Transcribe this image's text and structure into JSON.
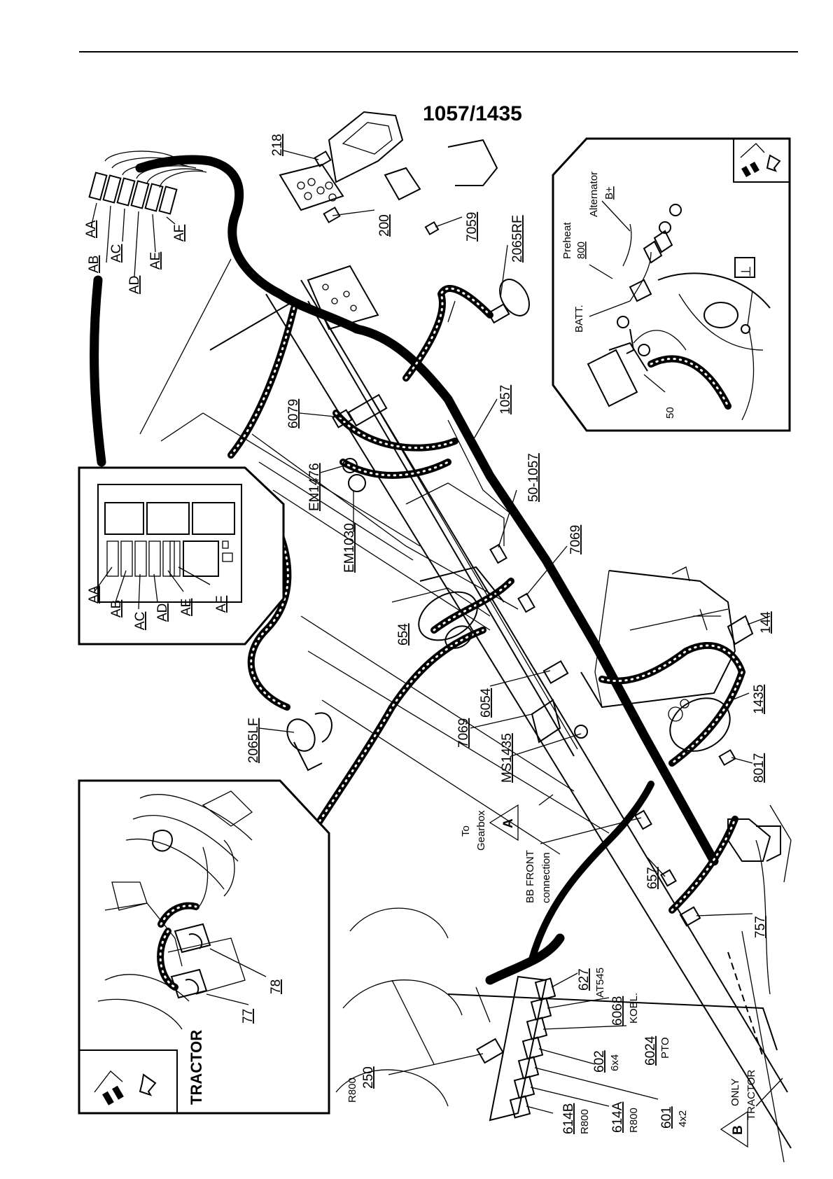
{
  "title": "1057/1435",
  "callouts": {
    "c218": "218",
    "c200": "200",
    "c7059": "7059",
    "c2065RF": "2065RF",
    "c6079": "6079",
    "c1057": "1057",
    "cEN1476": "EN1476",
    "cEM1030": "EM1030",
    "c50_1057": "50-1057",
    "c7069a": "7069",
    "c654": "654",
    "c144": "144",
    "c6054": "6054",
    "c7069b": "7069",
    "cMS1435": "MS1435",
    "c1435": "1435",
    "c8017": "8017",
    "c2065LF": "2065LF",
    "c657": "657",
    "c757": "757",
    "c627": "627",
    "cAT545": "AT545",
    "c6068": "6068",
    "cKOBL": "KOBL.",
    "c6024": "6024",
    "cPTO": "PTO",
    "c602": "602",
    "c6x4": "6x4",
    "c601": "601",
    "c4x2": "4x2",
    "c614A": "614A",
    "cR800a": "R800",
    "c614B": "614B",
    "cR800b": "R800",
    "c250": "250",
    "cR800c": "R800",
    "c78": "78",
    "c77": "77",
    "to": "To",
    "gearbox": "Gearbox",
    "bbfront": "BB FRONT",
    "connection": "connection",
    "only": "ONLY",
    "tractor_note": "TRACTOR",
    "markA": "A",
    "markB": "B"
  },
  "connectors_top": [
    "AA",
    "AB",
    "AC",
    "AD",
    "AE",
    "AF"
  ],
  "fusebox": [
    "AA",
    "AB",
    "AC",
    "AD",
    "AE",
    "AF"
  ],
  "battery_inset": {
    "alternator": "Alternator",
    "bplus": "B+",
    "preheat": "Preheat",
    "c800": "800",
    "batt": "BATT.",
    "c50": "50",
    "ground": "⊥"
  },
  "tractor_inset": {
    "label": "TRACTOR"
  }
}
